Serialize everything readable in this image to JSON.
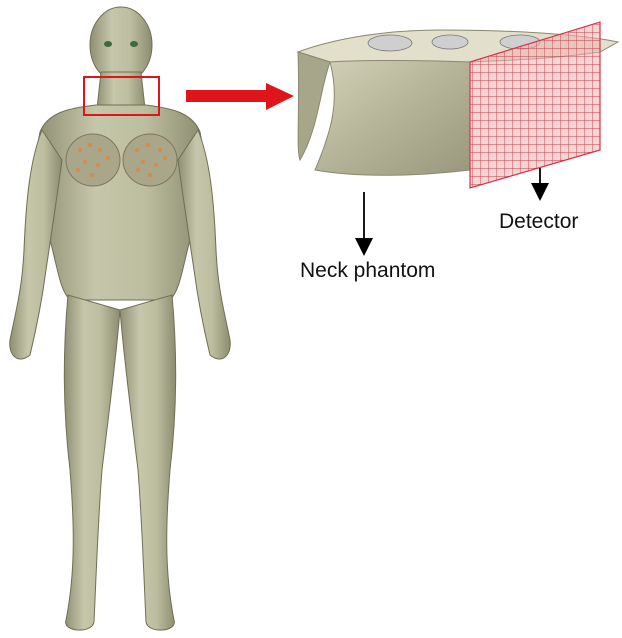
{
  "labels": {
    "detector": "Detector",
    "neck_phantom": "Neck phantom"
  },
  "colors": {
    "background": "#ffffff",
    "skin": "#b9b99c",
    "skin_dark": "#8f8f74",
    "highlight_box": "#e0141b",
    "arrow": "#e0141b",
    "detector_grid": "#d6334a",
    "label_arrow": "#000000"
  },
  "figure": {
    "body_model": "female-phantom",
    "inset": "neck-slab-with-detector"
  }
}
